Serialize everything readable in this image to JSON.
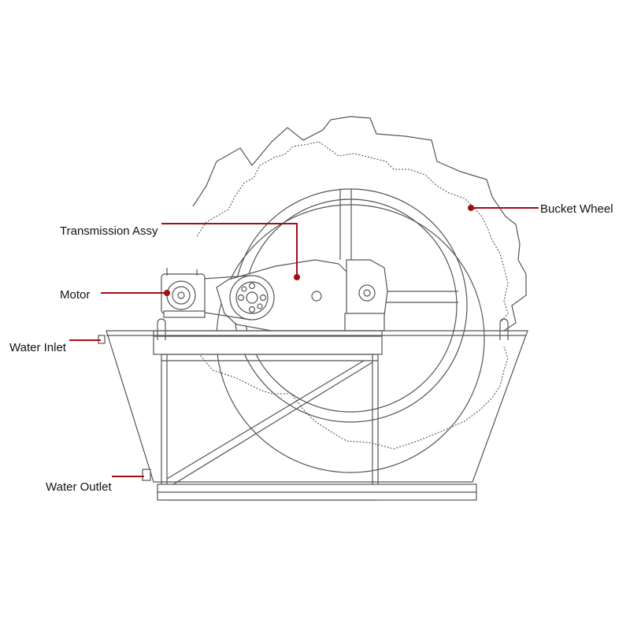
{
  "labels": {
    "bucket_wheel": "Bucket Wheel",
    "transmission": "Transmission Assy",
    "motor": "Motor",
    "water_inlet": "Water Inlet",
    "water_outlet": "Water Outlet"
  },
  "colors": {
    "leader": "#a50d14",
    "line": "#555555",
    "background": "#ffffff"
  }
}
